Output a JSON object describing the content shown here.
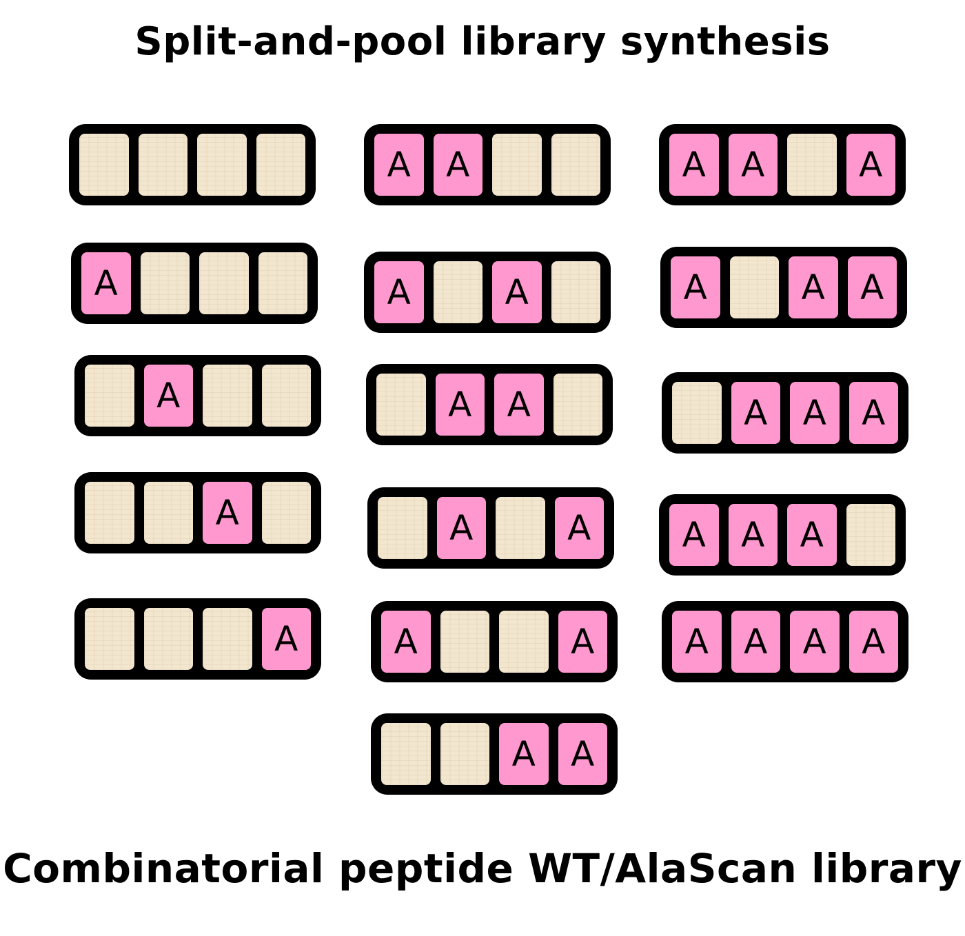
{
  "titles": {
    "top": "Split-and-pool library synthesis",
    "bottom": "Combinatorial peptide WT/AlaScan library"
  },
  "residue_label": "A",
  "colors": {
    "wild_type": "#f2e6cf",
    "alanine": "#ff98cf",
    "outline": "#000000"
  },
  "peptides": [
    [
      0,
      0,
      0,
      0
    ],
    [
      1,
      0,
      0,
      0
    ],
    [
      0,
      1,
      0,
      0
    ],
    [
      0,
      0,
      1,
      0
    ],
    [
      0,
      0,
      0,
      1
    ],
    [
      1,
      1,
      0,
      0
    ],
    [
      1,
      0,
      1,
      0
    ],
    [
      0,
      1,
      1,
      0
    ],
    [
      0,
      1,
      0,
      1
    ],
    [
      1,
      0,
      0,
      1
    ],
    [
      0,
      0,
      1,
      1
    ],
    [
      1,
      1,
      0,
      1
    ],
    [
      1,
      0,
      1,
      1
    ],
    [
      0,
      1,
      1,
      1
    ],
    [
      1,
      1,
      1,
      0
    ],
    [
      1,
      1,
      1,
      1
    ]
  ]
}
